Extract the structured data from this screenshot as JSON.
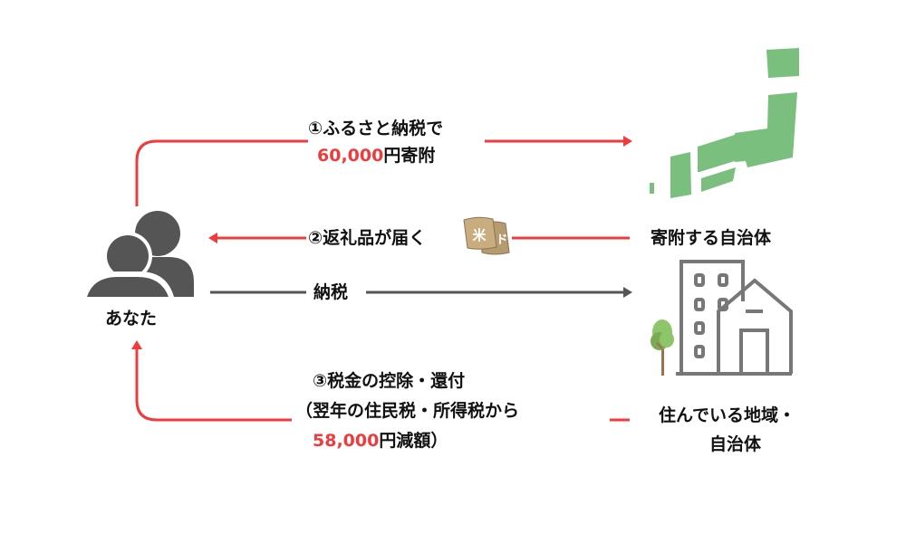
{
  "colors": {
    "accent_red": "#ef3b3b",
    "arrow_gray": "#555555",
    "person_gray": "#555555",
    "japan_green": "#7bbf7e",
    "building_gray": "#777777"
  },
  "nodes": {
    "you": {
      "label": "あなた",
      "icon": "people-icon"
    },
    "donation_municipality": {
      "label": "寄附する自治体",
      "icon": "japan-map-icon"
    },
    "home_municipality": {
      "label_line1": "住んでいる地域・",
      "label_line2": "自治体",
      "icon": "city-building-icon"
    }
  },
  "flows": {
    "step1": {
      "text": "①ふるさと納税で",
      "amount": "60,000",
      "suffix": "円寄附"
    },
    "step2": {
      "text": "②返礼品が届く",
      "icon": "rice-bag-icon"
    },
    "tax": {
      "text": "納税"
    },
    "step3": {
      "line1": "③税金の控除・還付",
      "line2": "（翌年の住民税・所得税から",
      "amount": "58,000",
      "suffix": "円減額）"
    }
  }
}
